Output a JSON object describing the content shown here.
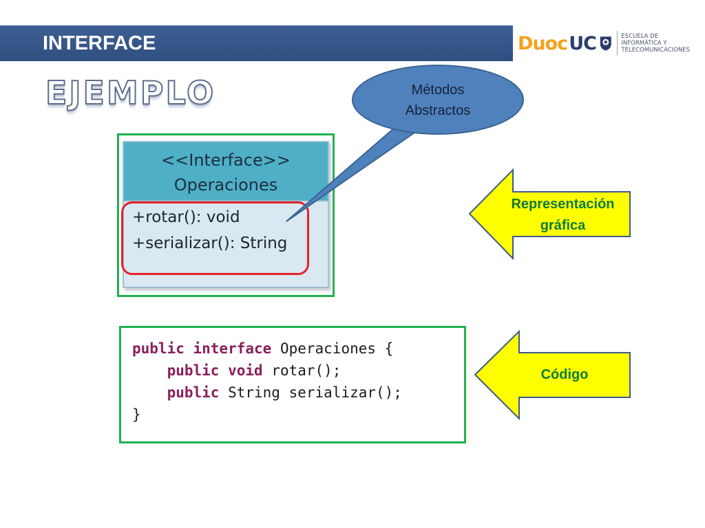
{
  "header": {
    "title": "INTERFACE",
    "logo": {
      "brand_part1": "Duoc",
      "brand_part2": "UC",
      "school_lines": [
        "ESCUELA DE",
        "INFORMÁTICA Y",
        "TELECOMUNICACIONES"
      ]
    }
  },
  "slide_title": "EJEMPLO",
  "uml": {
    "stereotype": "<<Interface>>",
    "name": "Operaciones",
    "methods": [
      "+rotar(): void",
      "+serializar(): String"
    ]
  },
  "callout": {
    "line1": "Métodos",
    "line2": "Abstractos"
  },
  "code": {
    "line1": {
      "kw": "public interface",
      "rest": " Operaciones {"
    },
    "line2": {
      "indent": "    ",
      "kw": "public void",
      "rest": " rotar();"
    },
    "line3": {
      "indent": "    ",
      "kw": "public",
      "rest": " String serializar();"
    },
    "line4": {
      "rest": "}"
    }
  },
  "arrows": {
    "representation": {
      "line1": "Representación",
      "line2": "gráfica"
    },
    "code": {
      "label": "Código"
    }
  },
  "colors": {
    "header_blue": "#35558a",
    "frame_green": "#1fb04d",
    "highlight_red": "#e5202a",
    "arrow_yellow": "#ffff00",
    "arrow_text_green": "#0f7a3c",
    "callout_blue": "#4f81bd",
    "keyword_purple": "#8a1f5c"
  }
}
